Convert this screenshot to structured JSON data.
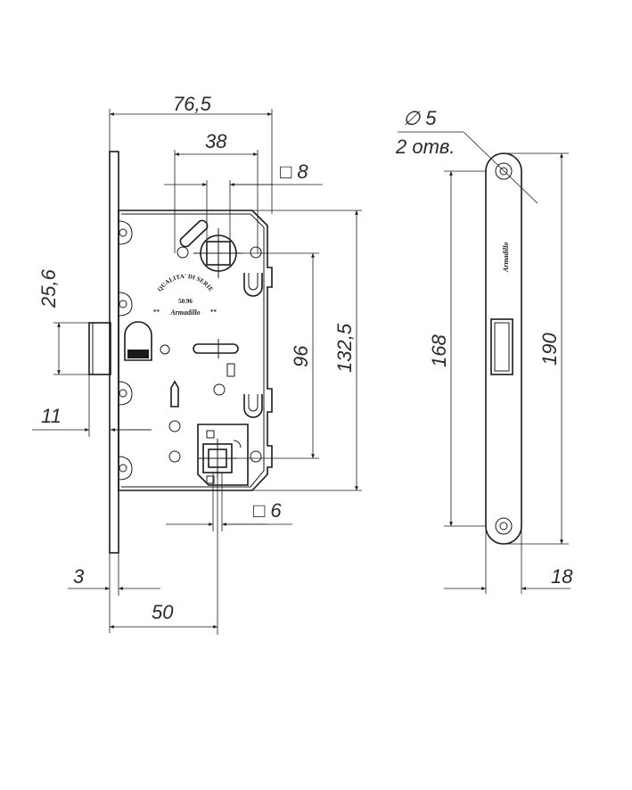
{
  "dimensions": {
    "backset_width": "76,5",
    "spindle_axis": "38",
    "square_follower": "□ 8",
    "latch_offset": "25,6",
    "latch_height": "11",
    "center_distance": "96",
    "case_height": "132,5",
    "square_bolt": "□ 6",
    "faceplate_thickness": "3",
    "backset": "50",
    "hole_diameter": "∅ 5",
    "hole_count": "2 отв.",
    "strike_hole_spacing": "168",
    "strike_length": "190",
    "strike_width": "18"
  },
  "stamp": {
    "circle_text": "QUALITA' DI SERIE",
    "model": "50.96",
    "brand": "Armadillo"
  },
  "strike_plate": {
    "brand": "Armadillo"
  }
}
